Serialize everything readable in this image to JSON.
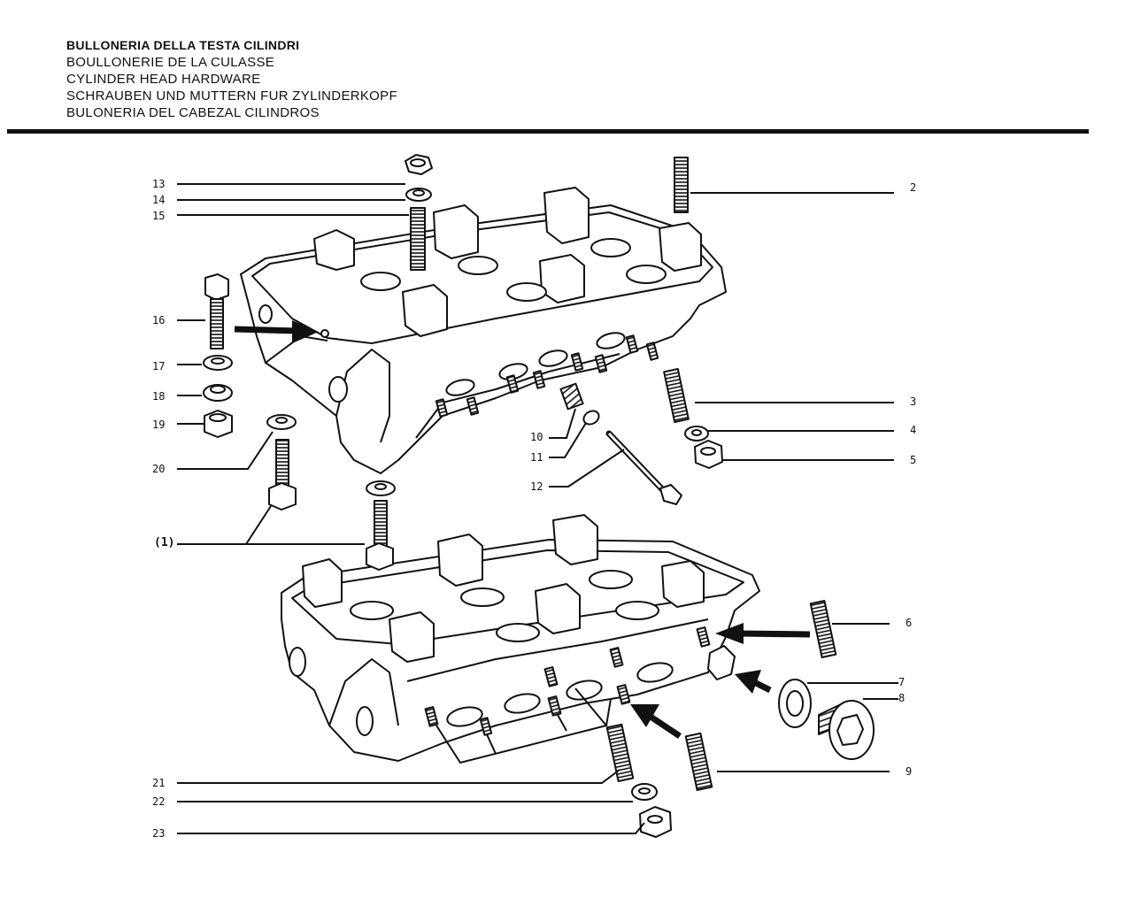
{
  "titles": [
    "BULLONERIA DELLA TESTA CILINDRI",
    "BOULLONERIE DE LA CULASSE",
    "CYLINDER HEAD HARDWARE",
    "SCHRAUBEN UND MUTTERN FUR ZYLINDERKOPF",
    "BULONERIA DEL CABEZAL CILINDROS"
  ],
  "callouts": {
    "c1": "(1)",
    "c2": "2",
    "c3": "3",
    "c4": "4",
    "c5": "5",
    "c6": "6",
    "c7": "7",
    "c8": "8",
    "c9": "9",
    "c10": "10",
    "c11": "11",
    "c12": "12",
    "c13": "13",
    "c14": "14",
    "c15": "15",
    "c16": "16",
    "c17": "17",
    "c18": "18",
    "c19": "19",
    "c20": "20",
    "c21": "21",
    "c22": "22",
    "c23": "23"
  }
}
